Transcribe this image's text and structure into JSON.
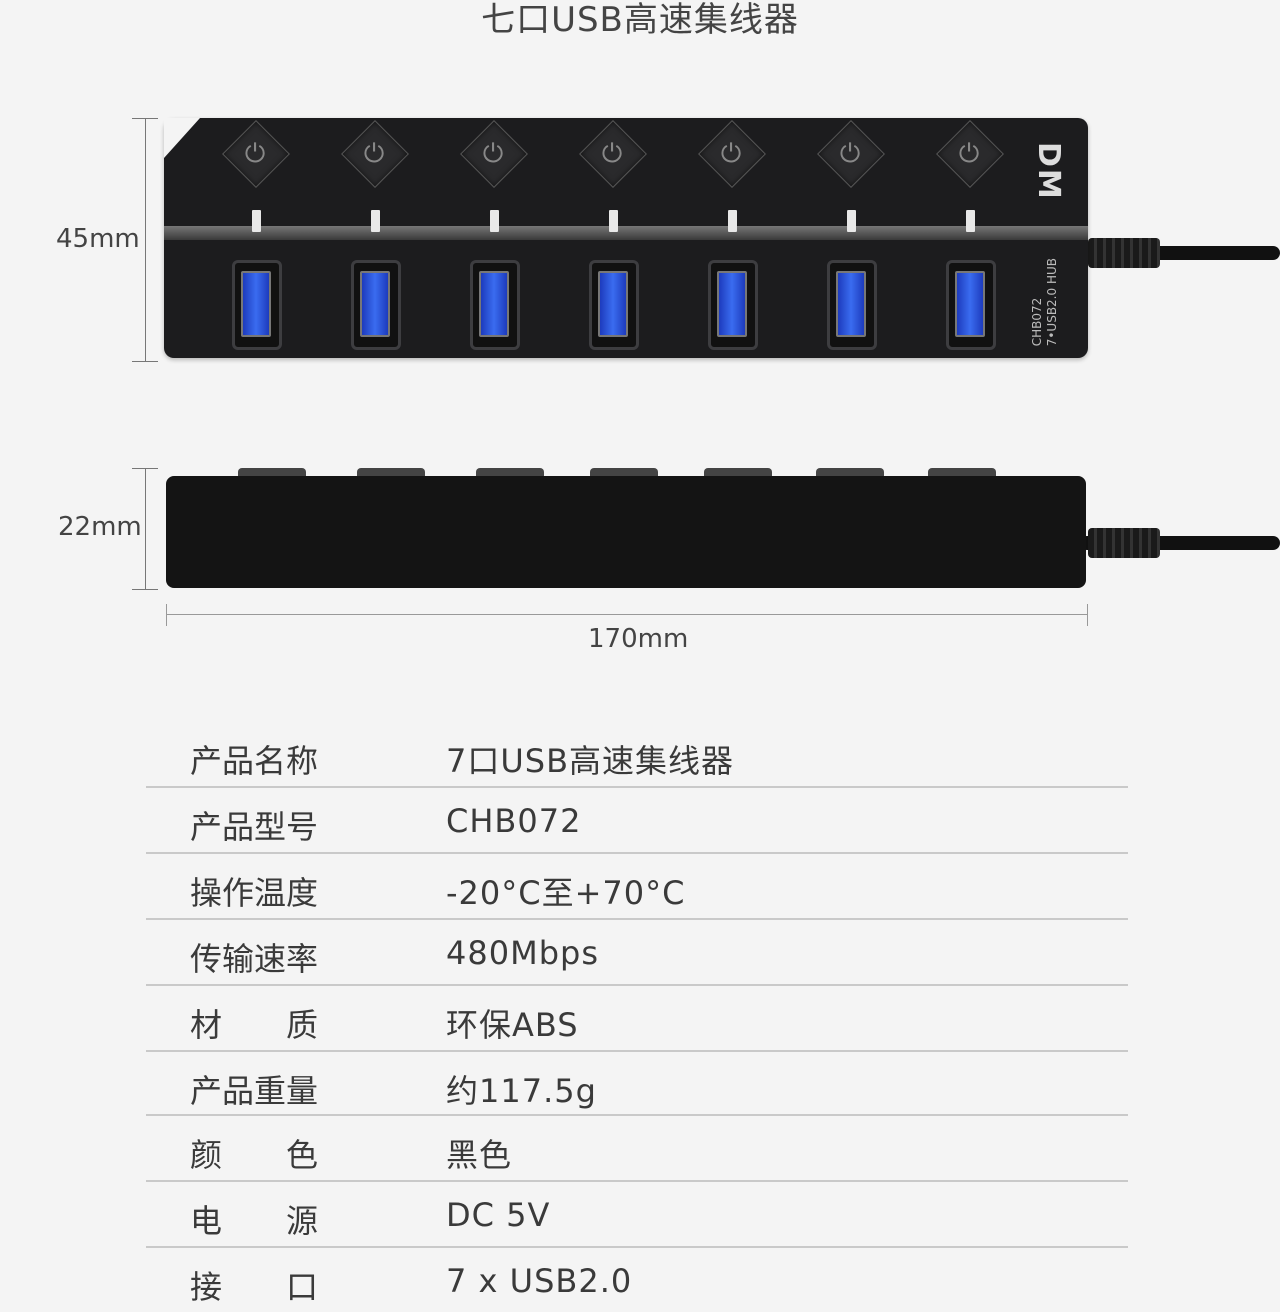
{
  "title": "七口USB高速集线器",
  "dimensions": {
    "height": "45mm",
    "depth": "22mm",
    "width": "170mm"
  },
  "hub": {
    "brand": "DM",
    "model_line1": "CHB072",
    "model_line2": "7•USB2.0 HUB",
    "power_icon": "power-icon"
  },
  "specs": [
    {
      "label": "产品名称",
      "value": "7口USB高速集线器"
    },
    {
      "label": "产品型号",
      "value": "CHB072"
    },
    {
      "label": "操作温度",
      "value": "-20°C至+70°C"
    },
    {
      "label": "传输速率",
      "value": "480Mbps"
    },
    {
      "label": "材　　质",
      "value": "环保ABS"
    },
    {
      "label": "产品重量",
      "value": "约117.5g"
    },
    {
      "label": "颜　　色",
      "value": "黑色"
    },
    {
      "label": "电　　源",
      "value": "DC 5V"
    },
    {
      "label": "接　　口",
      "value": "7 x USB2.0"
    }
  ],
  "colors": {
    "port_blue": "#2f5be0",
    "body": "#1c1c1e",
    "background": "#f4f4f4"
  }
}
